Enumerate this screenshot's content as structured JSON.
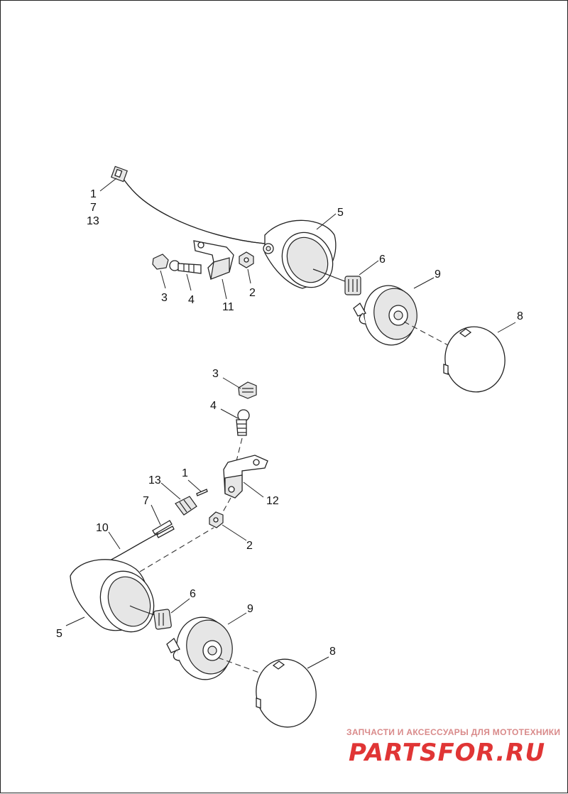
{
  "callouts": {
    "top": {
      "l1": "1",
      "l7": "7",
      "l13": "13",
      "l5": "5",
      "l6": "6",
      "l9": "9",
      "l8": "8",
      "l2": "2",
      "l11": "11",
      "l4": "4",
      "l3": "3"
    },
    "bottom": {
      "l3": "3",
      "l4": "4",
      "l13": "13",
      "l1": "1",
      "l12": "12",
      "l7": "7",
      "l10": "10",
      "l2": "2",
      "l6": "6",
      "l9": "9",
      "l5": "5",
      "l8": "8"
    }
  },
  "watermark": {
    "tagline": "ЗАПЧАСТИ И АКСЕССУАРЫ ДЛЯ МОТОТЕХНИКИ",
    "brand": "PARTSFOR.RU"
  }
}
